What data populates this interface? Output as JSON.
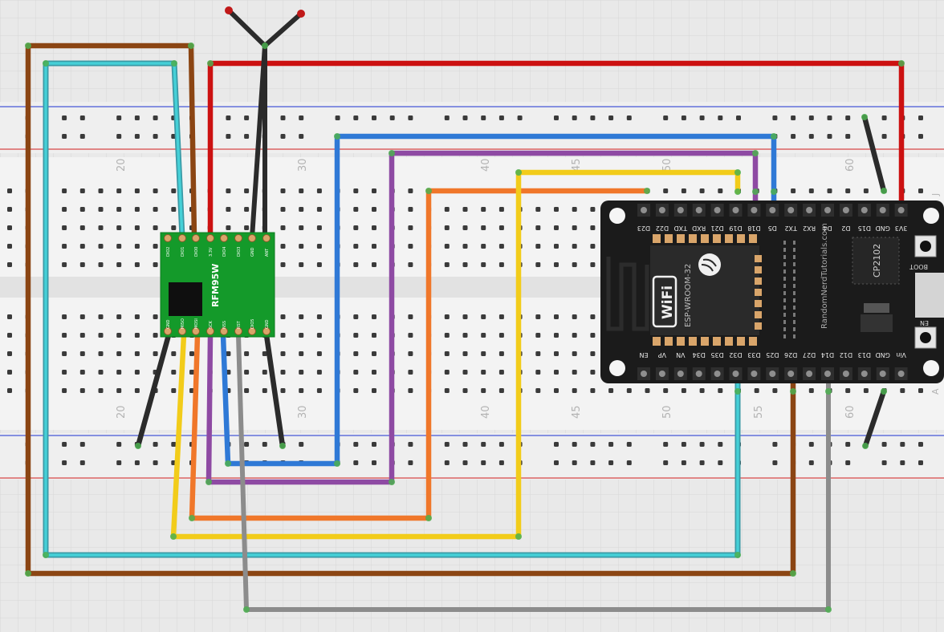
{
  "breadboard": {
    "column_numbers": [
      "20",
      "30",
      "40",
      "45",
      "50",
      "55",
      "60"
    ],
    "row_letter_bottom": "A",
    "row_letter_top": "J"
  },
  "lora_module": {
    "name": "RFM95W",
    "top_pins": [
      "DIO2",
      "DIO1",
      "DIO0",
      "3.3V",
      "DIO4",
      "DIO3",
      "GND",
      "ANT"
    ],
    "bottom_pins": [
      "GND",
      "MISO",
      "MOSI",
      "SCK",
      "NSS",
      "RST",
      "DIO5",
      "GND"
    ]
  },
  "esp32_board": {
    "top_pins": [
      "D23",
      "D22",
      "TXD",
      "RXD",
      "D21",
      "D19",
      "D18",
      "D5",
      "TX2",
      "RX2",
      "D4",
      "D2",
      "D15",
      "GND",
      "3V3"
    ],
    "bottom_pins": [
      "EN",
      "VP",
      "VN",
      "D34",
      "D35",
      "D32",
      "D33",
      "D25",
      "D26",
      "D27",
      "D14",
      "D12",
      "D13",
      "GND",
      "Vin"
    ],
    "module_label": "ESP-WROOM-32",
    "wifi_label": "WiFi",
    "usb_chip": "CP2102",
    "vendor_text": "RandomNerdTutorials.com",
    "button_boot": "BOOT",
    "button_en": "EN"
  },
  "wires": [
    {
      "id": "ant-wire",
      "color": "#2b2b2b"
    },
    {
      "id": "vcc-3v3",
      "color": "#cc1111"
    },
    {
      "id": "gnd-top",
      "color": "#2b2b2b"
    },
    {
      "id": "dio1-wire",
      "color": "#3fbfcf"
    },
    {
      "id": "dio0-wire",
      "color": "#8b4513"
    },
    {
      "id": "nss-d5",
      "color": "#2f79d6"
    },
    {
      "id": "sck-d18",
      "color": "#8e4aa3"
    },
    {
      "id": "mosi-d23",
      "color": "#f0772a"
    },
    {
      "id": "miso-d19",
      "color": "#f2cc1a"
    },
    {
      "id": "dio1-d33",
      "color": "#3fbfcf"
    },
    {
      "id": "dio0-d26",
      "color": "#8b4513"
    },
    {
      "id": "rst-d14",
      "color": "#8c8c8c"
    },
    {
      "id": "gnd-left",
      "color": "#2b2b2b"
    },
    {
      "id": "gnd-right",
      "color": "#2b2b2b"
    },
    {
      "id": "gnd-esp-bottom",
      "color": "#2b2b2b"
    },
    {
      "id": "gnd-esp-top",
      "color": "#2b2b2b"
    }
  ]
}
